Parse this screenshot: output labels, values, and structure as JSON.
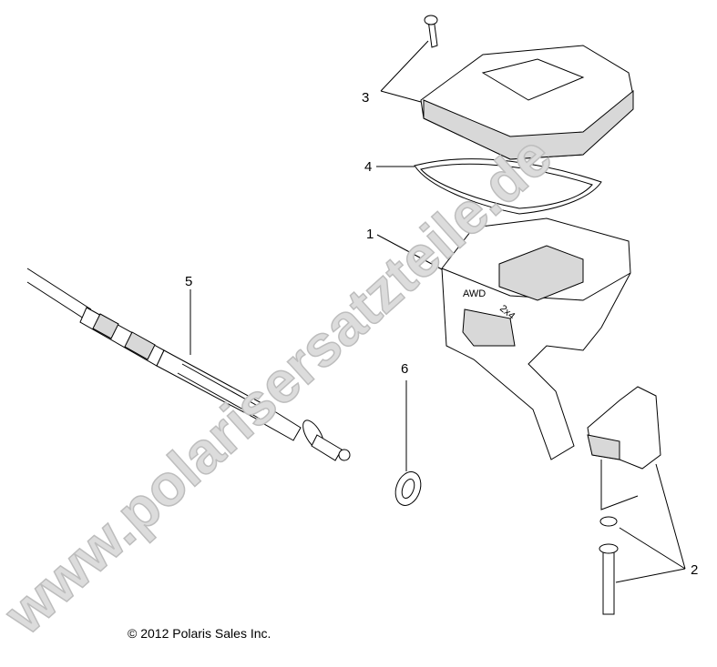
{
  "diagram": {
    "callouts": [
      "1",
      "2",
      "3",
      "4",
      "5",
      "6"
    ],
    "switch_labels": {
      "awd": "AWD",
      "two_by_four": "2x4"
    },
    "watermark": "www.polarisersatzteile.de",
    "copyright": "© 2012 Polaris Sales Inc."
  }
}
